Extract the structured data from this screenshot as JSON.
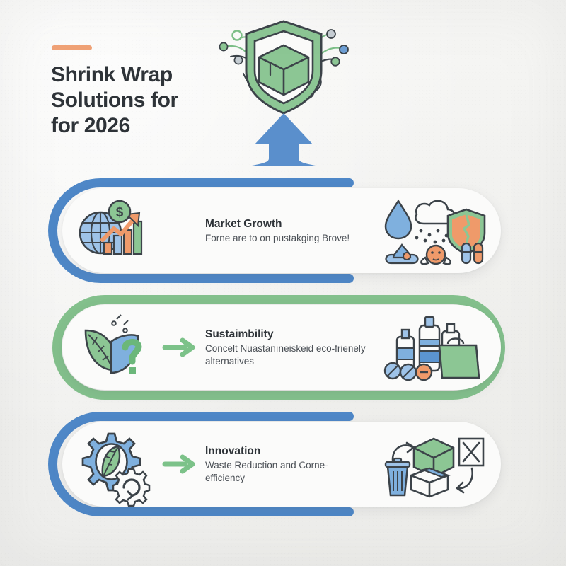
{
  "page": {
    "background_color": "#f4f4f2",
    "accent_color": "#f0a276",
    "blue": "#4e87c7",
    "green": "#83c08c",
    "orange": "#ef9a6a",
    "ink": "#2e3338"
  },
  "header": {
    "accent_bar": "accent-bar",
    "title_lines": [
      "Shrink Wrap",
      "Solutions for",
      "for 2026"
    ]
  },
  "hero": {
    "name": "shield-package-network-illustration",
    "elements": [
      "shield-icon",
      "package-box-icon",
      "network-swirl-lines",
      "network-dots",
      "upward-arrow-icon"
    ]
  },
  "cards": [
    {
      "id": "market-growth",
      "ring_style": "c-arc",
      "ring_color": "#4e87c7",
      "heading": "Market Growth",
      "description": "Forne are to on pustakging Brove!",
      "has_arrow": false,
      "icon_left": "globe-dollar-growth-chart-icon",
      "icon_right": "water-dust-shield-protection-icons"
    },
    {
      "id": "sustainability",
      "ring_style": "full-pill",
      "ring_color": "#83c08c",
      "heading": "Sustaimbility",
      "description": "Concelt Nuastanıneiskeid eco-frienely alternatives",
      "has_arrow": true,
      "icon_left": "leaves-question-mark-icon",
      "icon_right": "bottles-shopping-bag-icon"
    },
    {
      "id": "innovation",
      "ring_style": "c-arc",
      "ring_color": "#4e87c7",
      "heading": "Innovation",
      "description": "Waste Reduction and Corne- efficiency",
      "has_arrow": true,
      "icon_left": "gear-leaf-recycle-icon",
      "icon_right": "trash-box-reject-recycle-icons"
    }
  ]
}
